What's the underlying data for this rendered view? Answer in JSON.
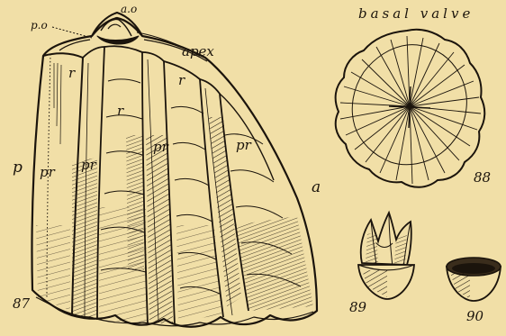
{
  "colors": {
    "paper": "#f1dfa7",
    "ink": "#1b140c",
    "shade": "#3a2d1c"
  },
  "figure87": {
    "number": "87",
    "labels": {
      "p_o": "p.o",
      "a_o": "a.o",
      "apex": "apex",
      "p": "p",
      "a": "a",
      "r": "r",
      "pr": "pr"
    }
  },
  "figure88": {
    "number": "88",
    "caption": "basal valve"
  },
  "figure89": {
    "number": "89"
  },
  "figure90": {
    "number": "90"
  }
}
